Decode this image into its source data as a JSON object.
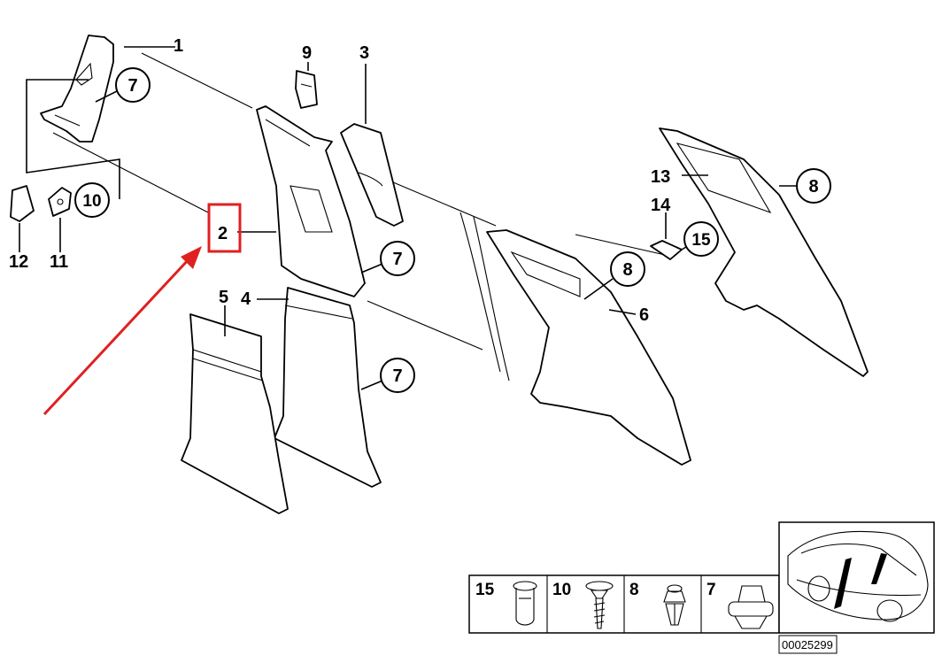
{
  "callouts": {
    "c1": "1",
    "c2": "2",
    "c3": "3",
    "c4": "4",
    "c5": "5",
    "c6": "6",
    "c9": "9",
    "c10": "10",
    "c11": "11",
    "c12": "12",
    "c13": "13",
    "c14": "14"
  },
  "circles": {
    "c7a": "7",
    "c10": "10",
    "c7b": "7",
    "c7c": "7",
    "c8a": "8",
    "c8b": "8",
    "c15": "15"
  },
  "legend": {
    "items": [
      {
        "num": "15"
      },
      {
        "num": "10"
      },
      {
        "num": "8"
      },
      {
        "num": "7"
      }
    ]
  },
  "diagram_number": "00025299",
  "colors": {
    "highlight": "#e02020",
    "arrow": "#e02020",
    "ink": "#000000"
  }
}
